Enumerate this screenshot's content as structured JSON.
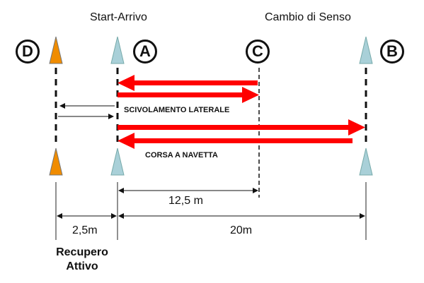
{
  "titles": {
    "start": "Start-Arrivo",
    "change": "Cambio di Senso"
  },
  "points": {
    "d": "D",
    "a": "A",
    "c": "C",
    "b": "B"
  },
  "labels": {
    "lateral": "SCIVOLAMENTO LATERALE",
    "shuttle": "CORSA A NAVETTA"
  },
  "distances": {
    "start_to_change": "12,5 m",
    "recovery": "2,5m",
    "start_to_b": "20m"
  },
  "notes": {
    "recovery_line1": "Recupero",
    "recovery_line2": "Attivo"
  },
  "colors": {
    "orange_cone": "#f08c00",
    "blue_cone": "#a9d0d8",
    "red_arrow": "#ff0000"
  }
}
